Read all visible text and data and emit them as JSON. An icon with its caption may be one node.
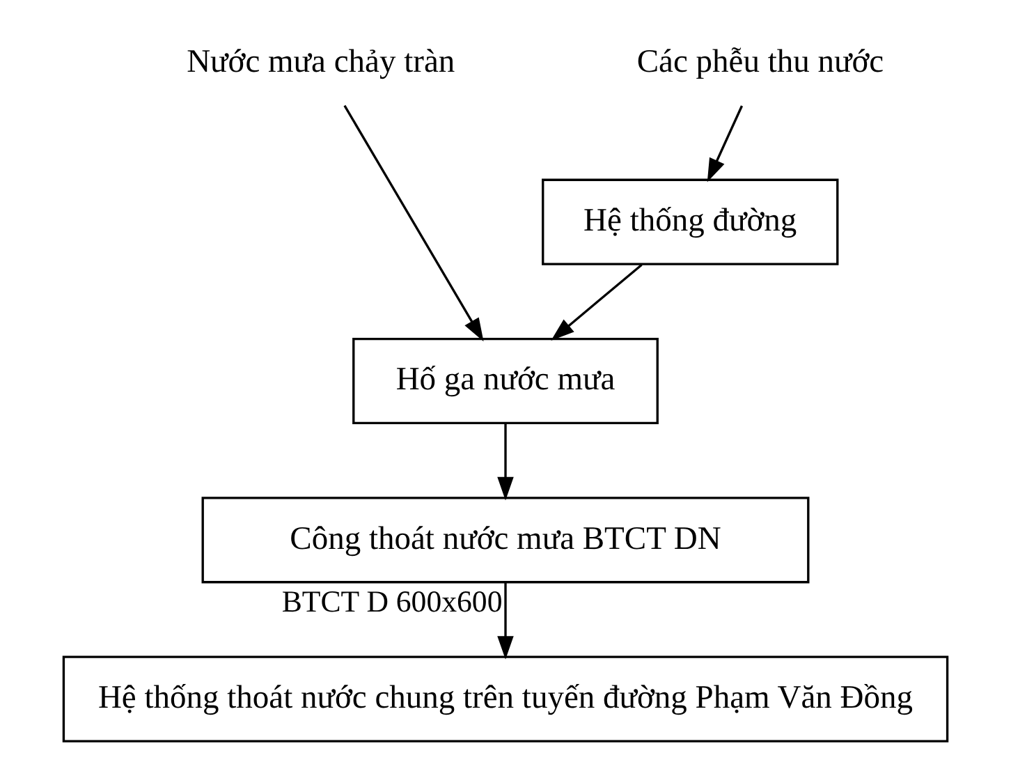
{
  "diagram": {
    "nodes": [
      {
        "text": [
          "Nước mưa chảy tràn"
        ]
      },
      {
        "text": [
          "Các phễu thu nước"
        ]
      },
      {
        "text": [
          "Hệ thống đường"
        ]
      },
      {
        "text": [
          "Hố ga nước mưa"
        ]
      },
      {
        "text": [
          "Công thoát nước mưa BTCT DN"
        ]
      },
      {
        "text": [
          "Hệ thống thoát nước chung trên tuyến đường Phạm Văn Đồng"
        ]
      }
    ],
    "edges": [
      {
        "from": 0,
        "to": 3,
        "arrow": "to"
      },
      {
        "from": 1,
        "to": 2,
        "arrow": "to"
      },
      {
        "from": 2,
        "to": 3,
        "arrow": "to"
      },
      {
        "from": 3,
        "to": 4,
        "arrow": "to"
      },
      {
        "from": 4,
        "to": 5,
        "arrow": "to",
        "label": "BTCT D 600x600"
      }
    ]
  }
}
